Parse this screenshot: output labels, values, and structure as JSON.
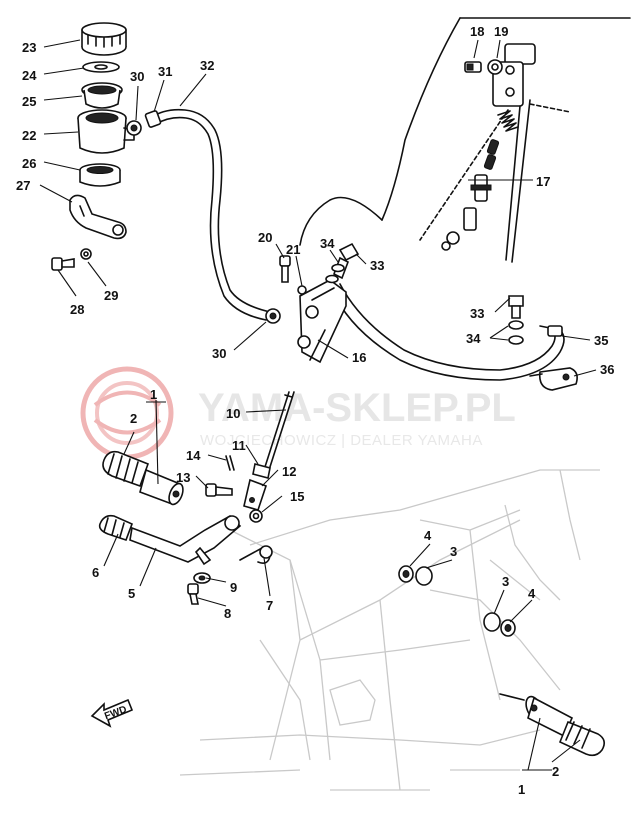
{
  "watermark": {
    "title": "YAMA-SKLEP.PL",
    "subtitle": "WOJCIECHOWICZ | DEALER YAMAHA",
    "logo_color": "#e88a8a"
  },
  "direction_marker": "FWD",
  "callouts": {
    "c1_upper": "1",
    "c2_upper": "2",
    "c3_a": "3",
    "c3_b": "3",
    "c4_a": "4",
    "c4_b": "4",
    "c5": "5",
    "c6": "6",
    "c7": "7",
    "c8": "8",
    "c9": "9",
    "c10": "10",
    "c11": "11",
    "c12": "12",
    "c13": "13",
    "c14": "14",
    "c15": "15",
    "c16": "16",
    "c17": "17",
    "c18": "18",
    "c19": "19",
    "c20": "20",
    "c21": "21",
    "c22": "22",
    "c23": "23",
    "c24": "24",
    "c25": "25",
    "c26": "26",
    "c27": "27",
    "c28": "28",
    "c29": "29",
    "c30_top": "30",
    "c30_mid": "30",
    "c31": "31",
    "c32": "32",
    "c33_top": "33",
    "c33_right": "33",
    "c34_top": "34",
    "c34_right": "34",
    "c35": "35",
    "c36": "36",
    "c1_lower": "1",
    "c2_lower": "2"
  }
}
